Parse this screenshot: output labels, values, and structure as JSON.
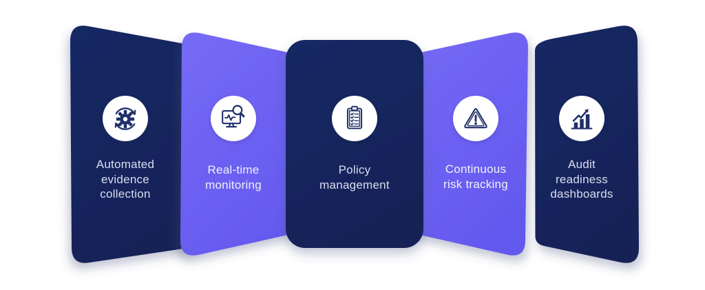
{
  "palette": {
    "background": "#ffffff",
    "navy_card": "#15265f",
    "purple_card_top": "#766bf6",
    "purple_card_bottom": "#6459ee",
    "icon_circle": "#ffffff",
    "icon_stroke": "#20306a",
    "text_on_navy": "#d9deee",
    "text_on_purple": "#f2f1fe",
    "shadow": "#45507c"
  },
  "cards": [
    {
      "label": "Automated\nevidence\ncollection",
      "icon": "gear-sync-icon",
      "color": "navy"
    },
    {
      "label": "Real-time\nmonitoring",
      "icon": "monitor-magnifier-icon",
      "color": "purple"
    },
    {
      "label": "Policy\nmanagement",
      "icon": "clipboard-checklist-icon",
      "color": "navy"
    },
    {
      "label": "Continuous\nrisk tracking",
      "icon": "warning-triangle-icon",
      "color": "purple"
    },
    {
      "label": "Audit\nreadiness\ndashboards",
      "icon": "bar-chart-arrow-icon",
      "color": "navy"
    }
  ]
}
